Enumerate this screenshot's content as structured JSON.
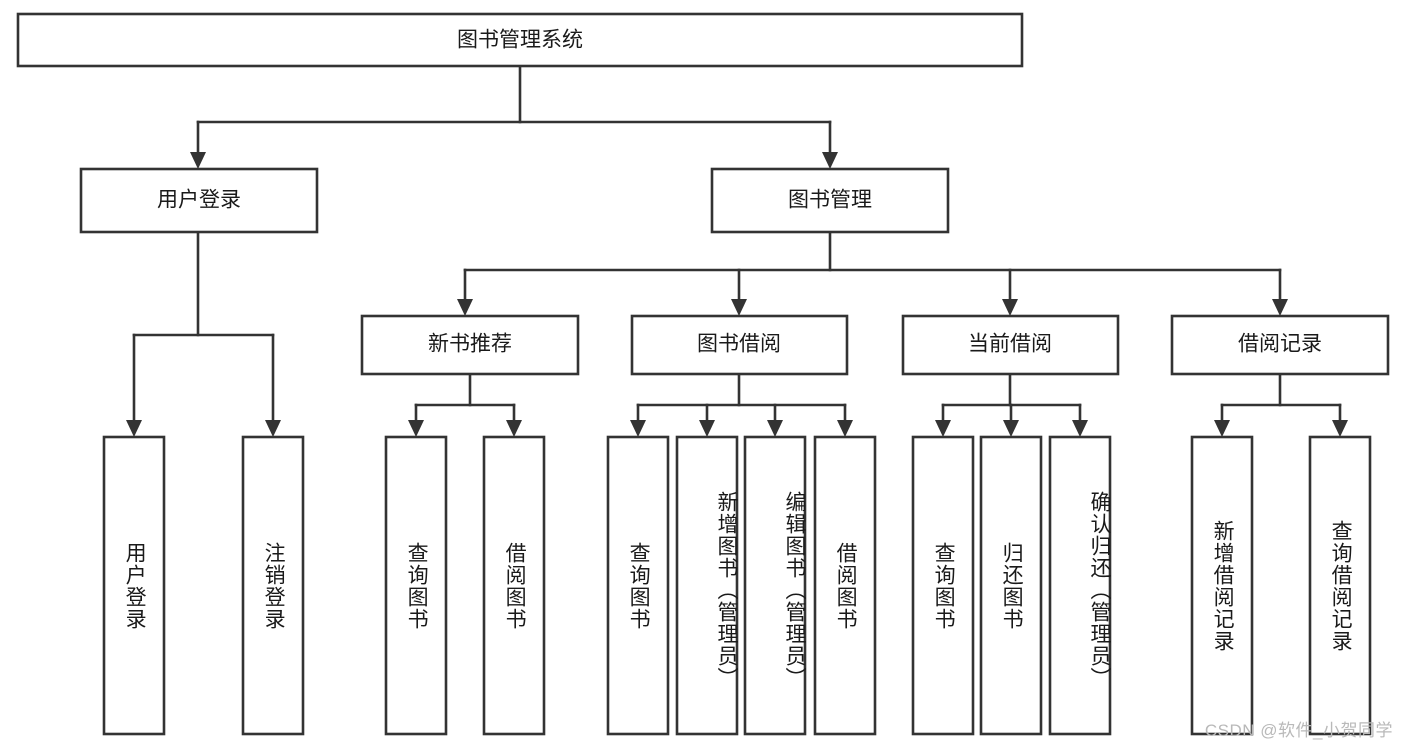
{
  "diagram": {
    "title": "图书管理系统",
    "type": "tree-hierarchy-chart",
    "root": {
      "label": "图书管理系统"
    },
    "level2": [
      {
        "label": "用户登录"
      },
      {
        "label": "图书管理"
      }
    ],
    "level3": [
      {
        "label": "新书推荐"
      },
      {
        "label": "图书借阅"
      },
      {
        "label": "当前借阅"
      },
      {
        "label": "借阅记录"
      }
    ],
    "leaves_user_login": [
      {
        "label": "用户登录"
      },
      {
        "label": "注销登录"
      }
    ],
    "leaves_new_book": [
      {
        "label": "查询图书"
      },
      {
        "label": "借阅图书"
      }
    ],
    "leaves_book_borrow": [
      {
        "label": "查询图书"
      },
      {
        "label": "新增图书（管理员）"
      },
      {
        "label": "编辑图书（管理员）"
      },
      {
        "label": "借阅图书"
      }
    ],
    "leaves_current_borrow": [
      {
        "label": "查询图书"
      },
      {
        "label": "归还图书"
      },
      {
        "label": "确认归还（管理员）"
      }
    ],
    "leaves_borrow_record": [
      {
        "label": "新增借阅记录"
      },
      {
        "label": "查询借阅记录"
      }
    ],
    "colors": {
      "box_stroke": "#333333",
      "box_fill": "#ffffff",
      "text": "#1a1a1a",
      "watermark": "#b9b9b9",
      "background": "#ffffff"
    }
  },
  "watermark": {
    "text": "CSDN @软件_小贺同学"
  }
}
